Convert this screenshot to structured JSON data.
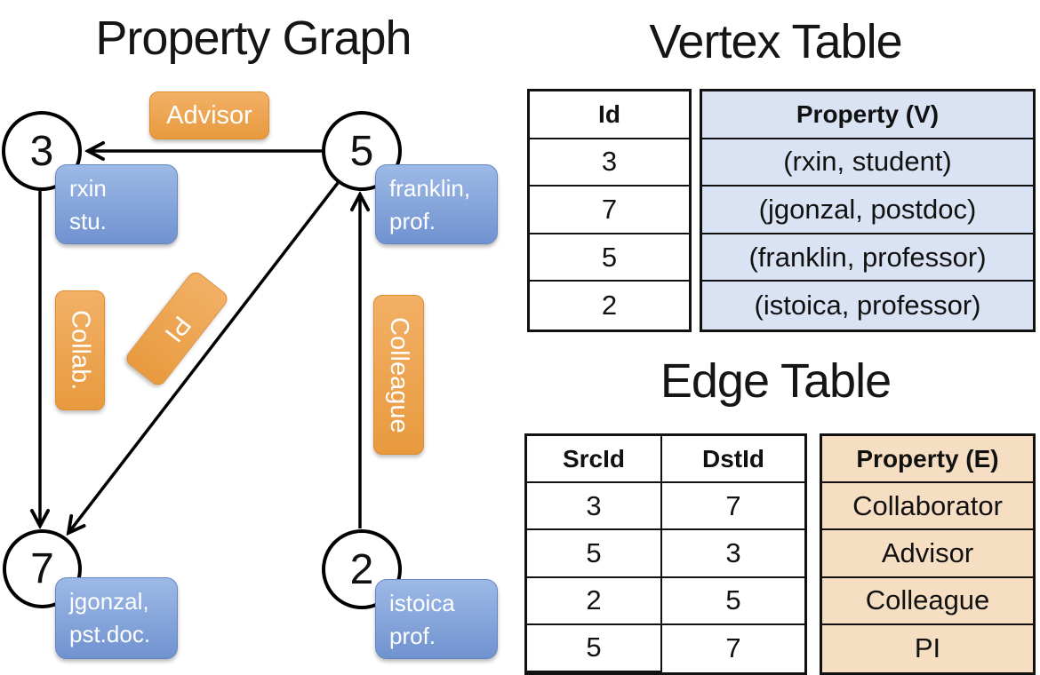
{
  "titles": {
    "graph": "Property Graph",
    "vertex_table": "Vertex Table",
    "edge_table": "Edge Table"
  },
  "graph": {
    "nodes": [
      {
        "id": "3"
      },
      {
        "id": "5"
      },
      {
        "id": "7"
      },
      {
        "id": "2"
      }
    ],
    "vertex_properties": [
      {
        "line1": "rxin",
        "line2": "stu."
      },
      {
        "line1": "franklin,",
        "line2": "prof."
      },
      {
        "line1": "jgonzal,",
        "line2": "pst.doc."
      },
      {
        "line1": "istoica",
        "line2": "prof."
      }
    ],
    "edge_labels": [
      {
        "text": "Advisor"
      },
      {
        "text": "Collab."
      },
      {
        "text": "PI"
      },
      {
        "text": "Colleague"
      }
    ]
  },
  "vertex_table": {
    "headers": {
      "id": "Id",
      "property": "Property (V)"
    },
    "rows": [
      {
        "id": "3",
        "property": "(rxin, student)"
      },
      {
        "id": "7",
        "property": "(jgonzal, postdoc)"
      },
      {
        "id": "5",
        "property": "(franklin, professor)"
      },
      {
        "id": "2",
        "property": "(istoica, professor)"
      }
    ]
  },
  "edge_table": {
    "headers": {
      "src": "SrcId",
      "dst": "DstId",
      "property": "Property (E)"
    },
    "rows": [
      {
        "src": "3",
        "dst": "7",
        "property": "Collaborator"
      },
      {
        "src": "5",
        "dst": "3",
        "property": "Advisor"
      },
      {
        "src": "2",
        "dst": "5",
        "property": "Colleague"
      },
      {
        "src": "5",
        "dst": "7",
        "property": "PI"
      }
    ]
  },
  "colors": {
    "edge_label_orange": "#ED9F45",
    "vertex_box_blue": "#7E9FD8",
    "vertex_table_fill": "#DAE3F3",
    "edge_table_fill": "#F6DEC3",
    "line_black": "#000000"
  }
}
